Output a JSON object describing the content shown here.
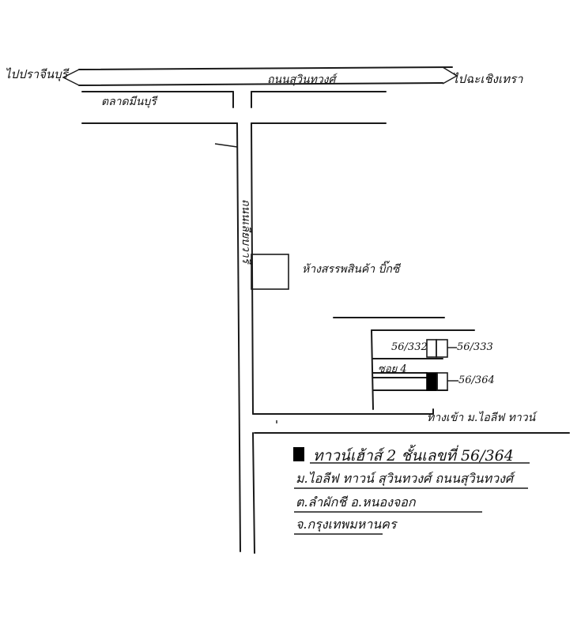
{
  "roads": {
    "west_label": "ไปปราจีนบุรี",
    "main_road_label": "ถนนสุวินทวงศ์",
    "east_label": "ไปฉะเชิงเทรา",
    "service_road_label": "ตลาดมีนบุรี",
    "vertical_road_label": "ถนนเลียบวารี"
  },
  "landmarks": {
    "shop_label": "ห้างสรรพสินค้า บิ๊กซี",
    "soi_label": "ซอย 4",
    "village_entrance_label": "ทางเข้า ม.ไอลีฟ ทาวน์"
  },
  "houses": {
    "left_number": "56/332",
    "right_top_number": "56/333",
    "target_number": "56/364"
  },
  "legend": {
    "line1": "ทาวน์เฮ้าส์ 2 ชั้นเลขที่ 56/364",
    "line2": "ม.ไอลีฟ ทาวน์ สุวินทวงศ์ ถนนสุวินทวงศ์",
    "line3": "ต.ลำผักชี อ.หนองจอก",
    "line4": "จ.กรุงเทพมหานคร"
  },
  "colors": {
    "ink": "#111111",
    "target_fill": "#000000"
  }
}
